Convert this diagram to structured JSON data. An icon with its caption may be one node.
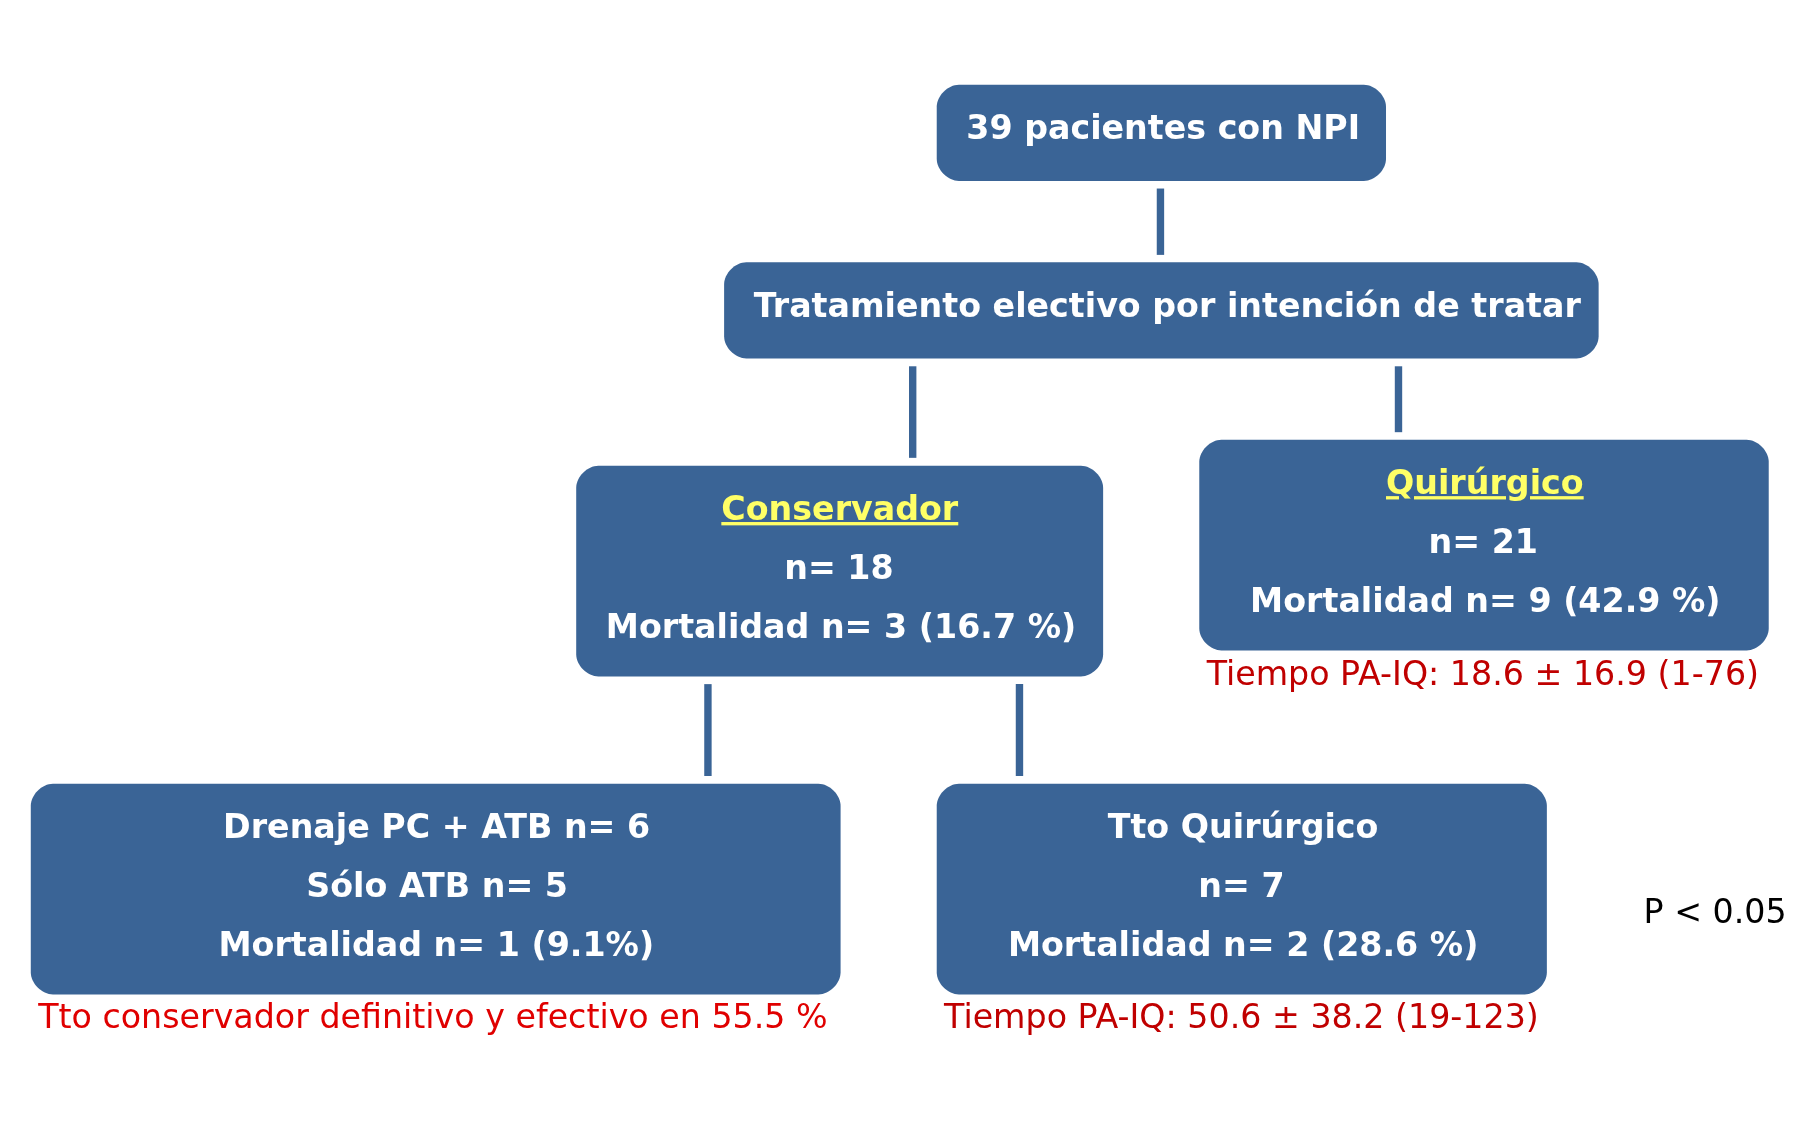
{
  "diagram": {
    "nodes": [
      {
        "text": [
          "39 pacientes con NPI"
        ]
      },
      {
        "text": [
          "Tratamiento electivo por intención de tratar"
        ]
      },
      {
        "text": [
          "Conservador",
          "n= 18",
          "Mortalidad n= 3 (16.7 %)"
        ]
      },
      {
        "text": [
          "Quirúrgico",
          "n= 21",
          "Mortalidad n= 9 (42.9 %)"
        ],
        "beside": [
          "Tiempo PA-IQ: 18.6 ± 16.9 (1-76)"
        ]
      },
      {
        "text": [
          "Drenaje PC + ATB n= 6",
          "Sólo ATB n= 5",
          "Mortalidad n= 1 (9.1%)"
        ],
        "beside": [
          "Tto conservador definitivo y efectivo en 55.5 %"
        ]
      },
      {
        "text": [
          "Tto Quirúrgico",
          "n= 7",
          "Mortalidad n= 2 (28.6 %)"
        ],
        "beside": [
          "Tiempo PA-IQ: 50.6 ± 38.2 (19-123)"
        ]
      }
    ],
    "edges": [
      {
        "from": 0,
        "to": 1,
        "arrow": "none"
      },
      {
        "from": 1,
        "to": 2,
        "arrow": "none"
      },
      {
        "from": 1,
        "to": 3,
        "arrow": "none"
      },
      {
        "from": 2,
        "to": 4,
        "arrow": "none"
      },
      {
        "from": 2,
        "to": 5,
        "arrow": "none"
      }
    ],
    "labels": [
      "P < 0.05"
    ]
  }
}
